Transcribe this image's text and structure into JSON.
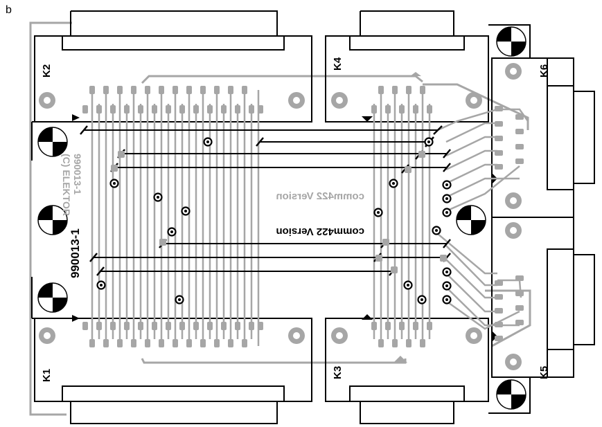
{
  "panel_label": "b",
  "connectors": {
    "k1": "K1",
    "k2": "K2",
    "k3": "K3",
    "k4": "K4",
    "k5": "K5",
    "k6": "K6"
  },
  "board_number": "990013-1",
  "board_number_mirrored": "990013-1",
  "copyright": "(C) ELEKTOR",
  "version_top": "comm422 Version",
  "version_bottom": "comm422 Version",
  "colors": {
    "trace": "#a6a6a6",
    "outline": "#000000",
    "pad": "#a6a6a6"
  }
}
